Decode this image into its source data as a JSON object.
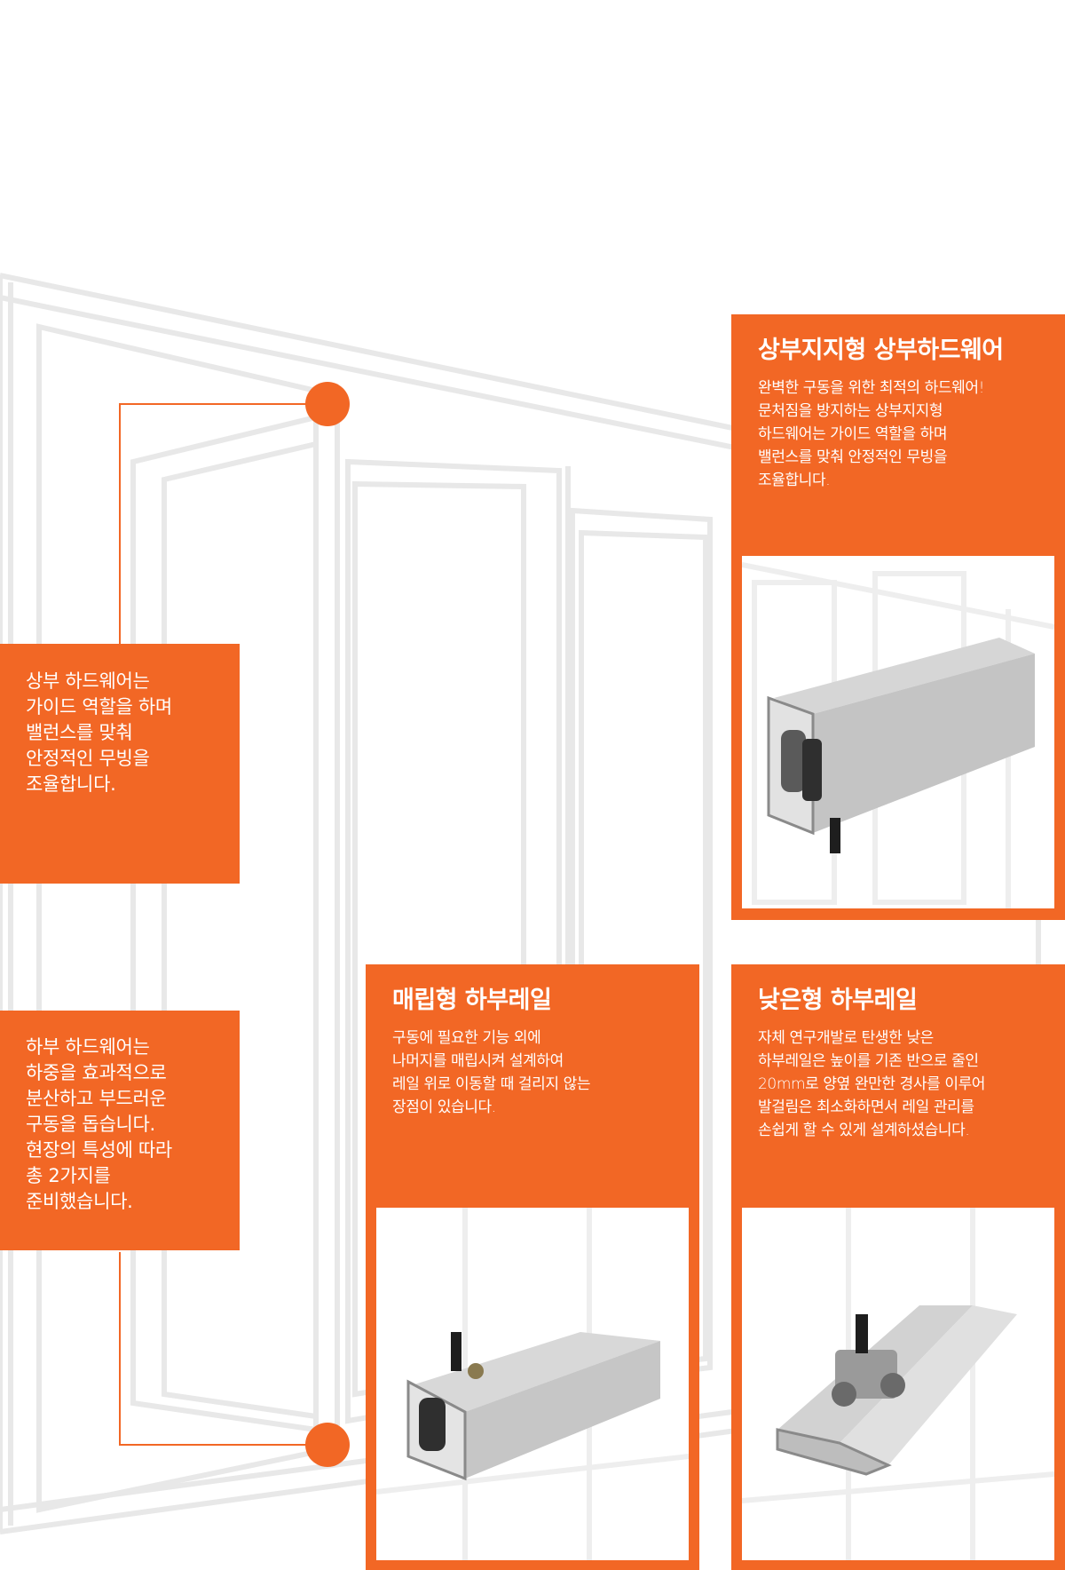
{
  "colors": {
    "accent": "#f26725",
    "line": "#e6e6e6"
  },
  "side_boxes": [
    {
      "text": "상부 하드웨어는\n가이드 역할을 하며\n밸런스를 맞춰\n안정적인 무빙을\n조율합니다."
    },
    {
      "text": "하부 하드웨어는\n하중을 효과적으로\n분산하고 부드러운\n구동을 돕습니다.\n현장의 특성에 따라\n총 2가지를\n준비했습니다."
    }
  ],
  "cards": {
    "top": {
      "title": "상부지지형 상부하드웨어",
      "desc": "완벽한 구동을 위한 최적의 하드웨어!\n문처짐을 방지하는 상부지지형\n하드웨어는 가이드 역할을 하며\n밸런스를 맞춰 안정적인 무빙을\n조율합니다.",
      "icon": "upper-rail-photo"
    },
    "embedded": {
      "title": "매립형 하부레일",
      "desc": "구동에 필요한 기능 외에\n나머지를 매립시켜 설계하여\n레일 위로 이동할 때 걸리지 않는\n장점이 있습니다.",
      "icon": "embedded-rail-photo"
    },
    "low": {
      "title": "낮은형 하부레일",
      "desc": "자체 연구개발로 탄생한 낮은\n하부레일은 높이를 기존 반으로 줄인\n20mm로 양옆 완만한 경사를 이루어\n발걸림은 최소화하면서 레일 관리를\n손쉽게 할 수 있게 설계하셨습니다.",
      "icon": "low-rail-photo"
    }
  }
}
